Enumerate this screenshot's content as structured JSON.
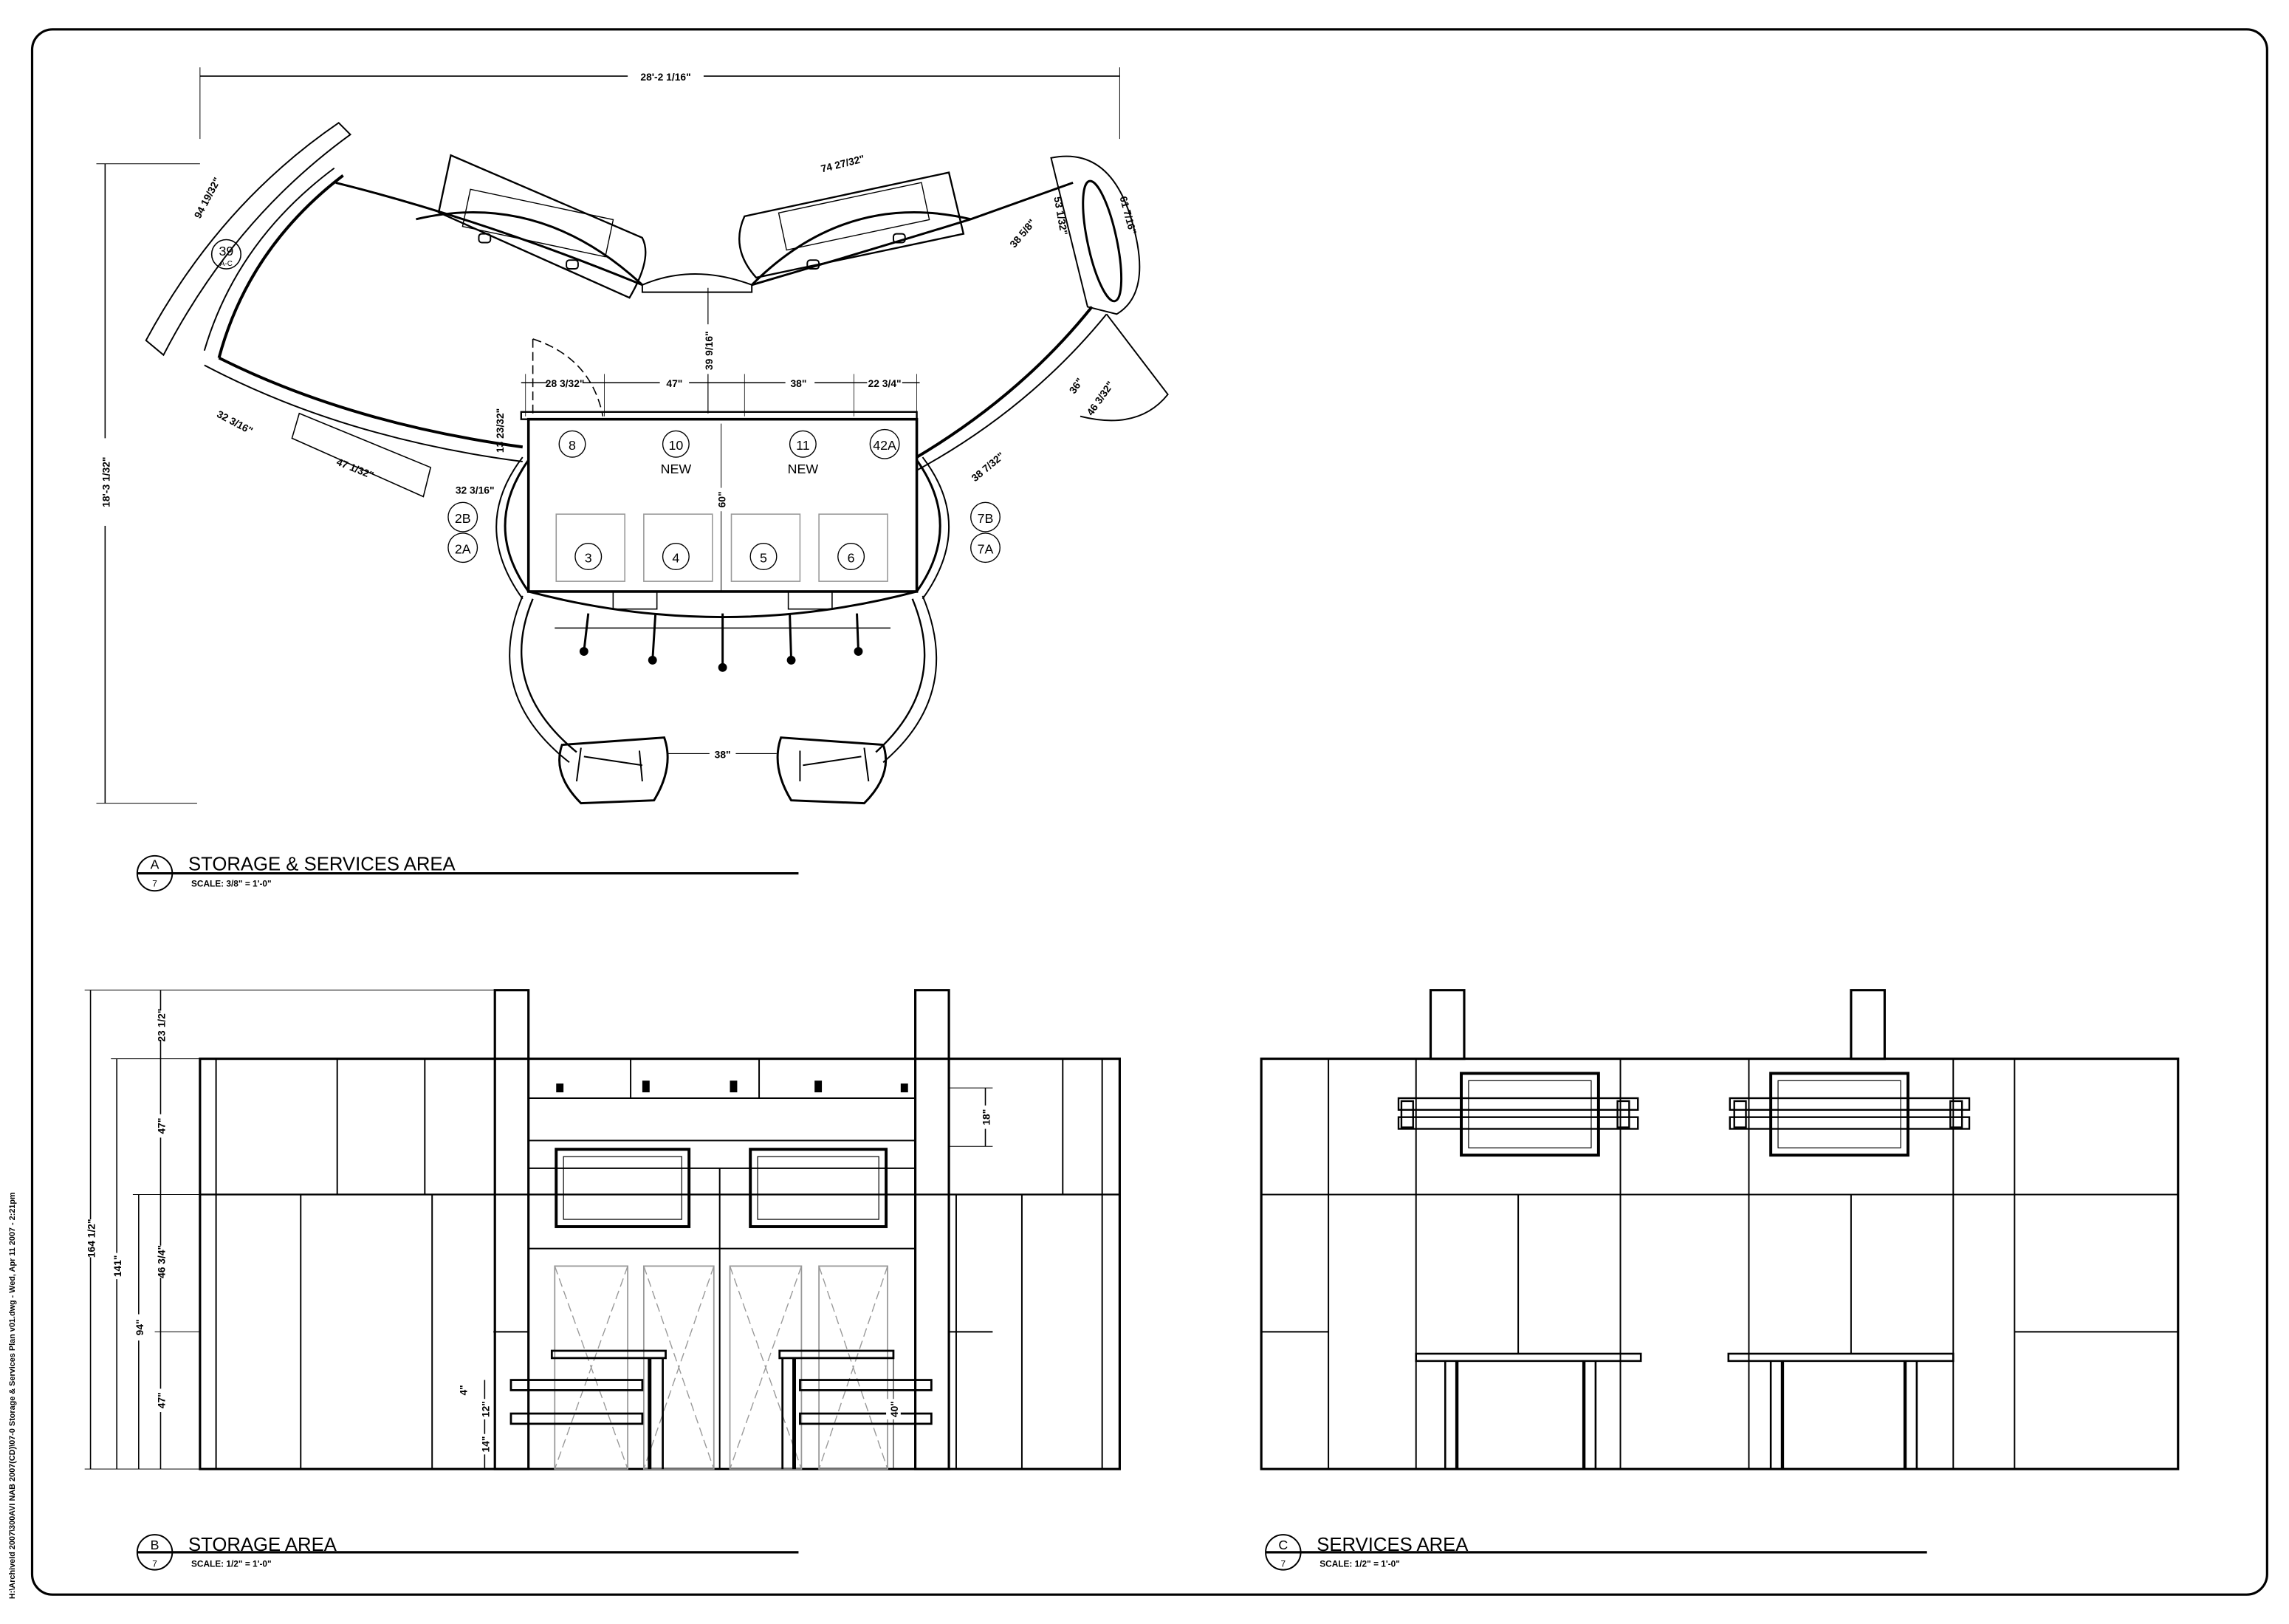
{
  "side_note": "H:\\ArchiveId 2007\\300AVI NAB 2007(CD)\\07-0 Storage & Services Plan v01.dwg - Wed, Apr 11 2007 - 2:21pm",
  "plan": {
    "title": "STORAGE & SERVICES AREA",
    "marker_letter": "A",
    "marker_sheet": "7",
    "scale": "SCALE:   3/8\" = 1'-0\"",
    "dims": {
      "overall_width": "28'-2 1/16\"",
      "overall_depth": "18'-3 1/32\"",
      "left_arc": "94 19/32\"",
      "top_right_width": "74 27/32\"",
      "right_oval": "61 7/16\"",
      "right_small": "38 5/8\"",
      "right_oval_depth": "53 1/32\"",
      "right_lower_a": "36\"",
      "right_lower_b": "46 3/32\"",
      "right_lower_c": "38 7/32\"",
      "left_lower_a": "32 3/16\"",
      "left_lower_b": "47 1/32\"",
      "left_lower_c": "32 3/16\"",
      "left_short": "13 23/32\"",
      "center_depth": "39 9/16\"",
      "center_60": "60\"",
      "seg_1": "28 3/32\"",
      "seg_2": "47\"",
      "seg_3": "38\"",
      "seg_4": "22 3/4\"",
      "bottom_gap": "38\""
    },
    "tags": {
      "t39": "39",
      "t39_sub": "A-C",
      "t8": "8",
      "t10": "10",
      "t11": "11",
      "t42a": "42A",
      "new": "NEW",
      "t3": "3",
      "t4": "4",
      "t5": "5",
      "t6": "6",
      "t2b": "2B",
      "t2a": "2A",
      "t7b": "7B",
      "t7a": "7A"
    }
  },
  "elev_b": {
    "title": "STORAGE AREA",
    "marker_letter": "B",
    "marker_sheet": "7",
    "scale": "SCALE:   1/2\" = 1'-0\"",
    "dims": {
      "total": "164 1/2\"",
      "d141": "141\"",
      "d94": "94\"",
      "top": "23 1/2\"",
      "upper": "47\"",
      "mid": "46 3/4\"",
      "lower": "47\"",
      "shelf": "18\"",
      "d4": "4\"",
      "d12": "12\"",
      "d14": "14\"",
      "d40": "40\""
    }
  },
  "elev_c": {
    "title": "SERVICES AREA",
    "marker_letter": "C",
    "marker_sheet": "7",
    "scale": "SCALE:   1/2\" = 1'-0\""
  }
}
